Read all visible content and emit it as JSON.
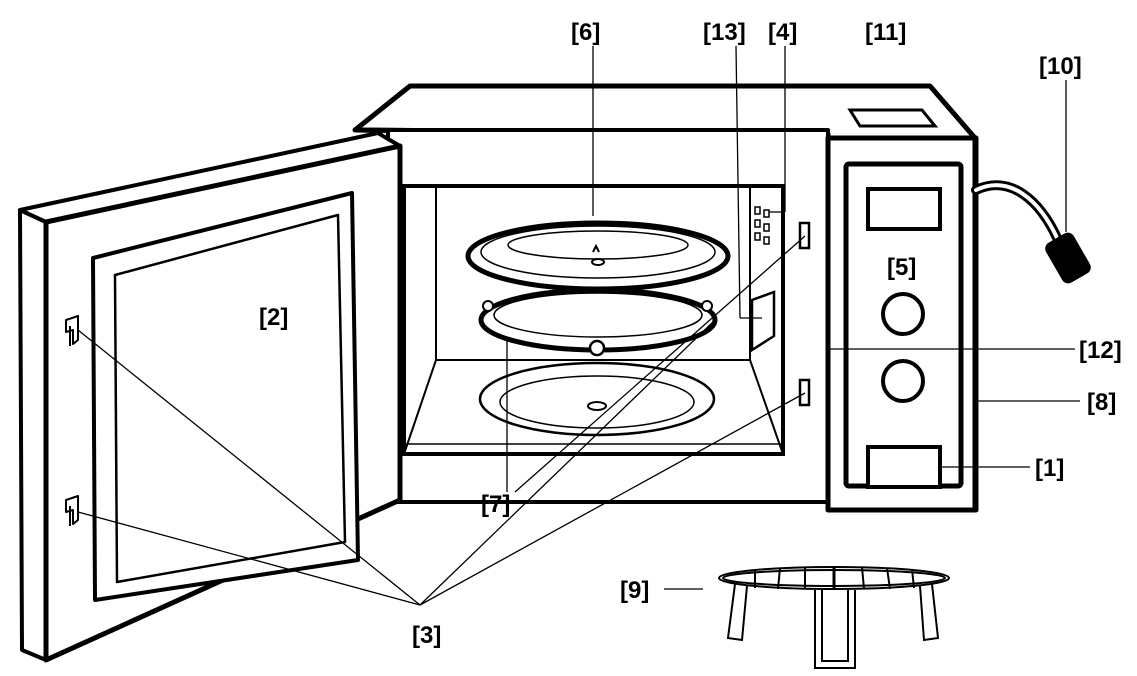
{
  "labels": {
    "l1": "[1]",
    "l2": "[2]",
    "l3": "[3]",
    "l4": "[4]",
    "l5": "[5]",
    "l6": "[6]",
    "l7": "[7]",
    "l8": "[8]",
    "l9": "[9]",
    "l10": "[10]",
    "l11": "[11]",
    "l12": "[12]",
    "l13": "[13]"
  },
  "colors": {
    "stroke": "#000000",
    "background": "#ffffff"
  }
}
